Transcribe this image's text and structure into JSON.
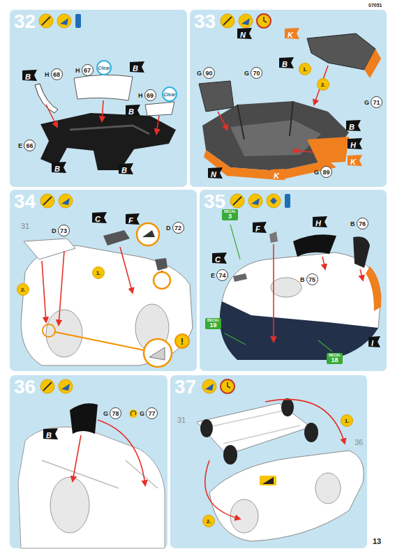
{
  "diagram": {
    "nodes": [
      {
        "text": [
          "32"
        ]
      },
      {
        "text": [
          "H",
          "68"
        ],
        "in": 0
      },
      {
        "text": [
          "H",
          "67"
        ],
        "in": 0
      },
      {
        "text": [
          "Clear"
        ],
        "in": 0
      },
      {
        "text": [
          "B"
        ],
        "in": 0
      },
      {
        "text": [
          "B"
        ],
        "in": 0
      },
      {
        "text": [
          "H",
          "69"
        ],
        "in": 0
      },
      {
        "text": [
          "Clear"
        ],
        "in": 0
      },
      {
        "text": [
          "B"
        ],
        "in": 0
      },
      {
        "text": [
          "E",
          "66"
        ],
        "in": 0
      },
      {
        "text": [
          "B"
        ],
        "in": 0
      },
      {
        "text": [
          "B"
        ],
        "in": 0
      },
      {
        "text": [
          "33"
        ]
      },
      {
        "text": [
          "N"
        ],
        "in": 12
      },
      {
        "text": [
          "K"
        ],
        "in": 12
      },
      {
        "text": [
          "G",
          "90"
        ],
        "in": 12
      },
      {
        "text": [
          "G",
          "70"
        ],
        "in": 12
      },
      {
        "text": [
          "B"
        ],
        "in": 12
      },
      {
        "text": [
          "1."
        ],
        "in": 12
      },
      {
        "text": [
          "2."
        ],
        "in": 12
      },
      {
        "text": [
          "G",
          "71"
        ],
        "in": 12
      },
      {
        "text": [
          "B"
        ],
        "in": 12
      },
      {
        "text": [
          "H"
        ],
        "in": 12
      },
      {
        "text": [
          "K"
        ],
        "in": 12
      },
      {
        "text": [
          "G",
          "89"
        ],
        "in": 12
      },
      {
        "text": [
          "N"
        ],
        "in": 12
      },
      {
        "text": [
          "K"
        ],
        "in": 12
      },
      {
        "text": [
          "34"
        ]
      },
      {
        "text": [
          "F"
        ],
        "in": 27
      },
      {
        "text": [
          "C"
        ],
        "in": 27
      },
      {
        "text": [
          "D",
          "73"
        ],
        "in": 27
      },
      {
        "text": [
          "D",
          "72"
        ],
        "in": 27
      },
      {
        "text": [
          "1."
        ],
        "in": 27
      },
      {
        "text": [
          "2."
        ],
        "in": 27
      },
      {
        "text": [
          "!"
        ],
        "in": 27
      },
      {
        "text": [
          "35"
        ]
      },
      {
        "text": [
          "DECAL",
          "3"
        ],
        "in": 35
      },
      {
        "text": [
          "F"
        ],
        "in": 35
      },
      {
        "text": [
          "H"
        ],
        "in": 35
      },
      {
        "text": [
          "B",
          "76"
        ],
        "in": 35
      },
      {
        "text": [
          "C"
        ],
        "in": 35
      },
      {
        "text": [
          "E",
          "74"
        ],
        "in": 35
      },
      {
        "text": [
          "B",
          "75"
        ],
        "in": 35
      },
      {
        "text": [
          "DECAL",
          "19"
        ],
        "in": 35
      },
      {
        "text": [
          "I"
        ],
        "in": 35
      },
      {
        "text": [
          "DECAL",
          "18"
        ],
        "in": 35
      },
      {
        "text": [
          "36"
        ]
      },
      {
        "text": [
          "G",
          "78"
        ],
        "in": 46
      },
      {
        "text": [
          "G",
          "77"
        ],
        "in": 46
      },
      {
        "text": [
          "B"
        ],
        "in": 46
      },
      {
        "text": [
          "37"
        ]
      },
      {
        "text": [
          "1."
        ],
        "in": 50
      },
      {
        "text": [
          "2."
        ],
        "in": 50
      }
    ],
    "labels": [
      "07051",
      "31",
      "31",
      "36",
      "13"
    ]
  }
}
